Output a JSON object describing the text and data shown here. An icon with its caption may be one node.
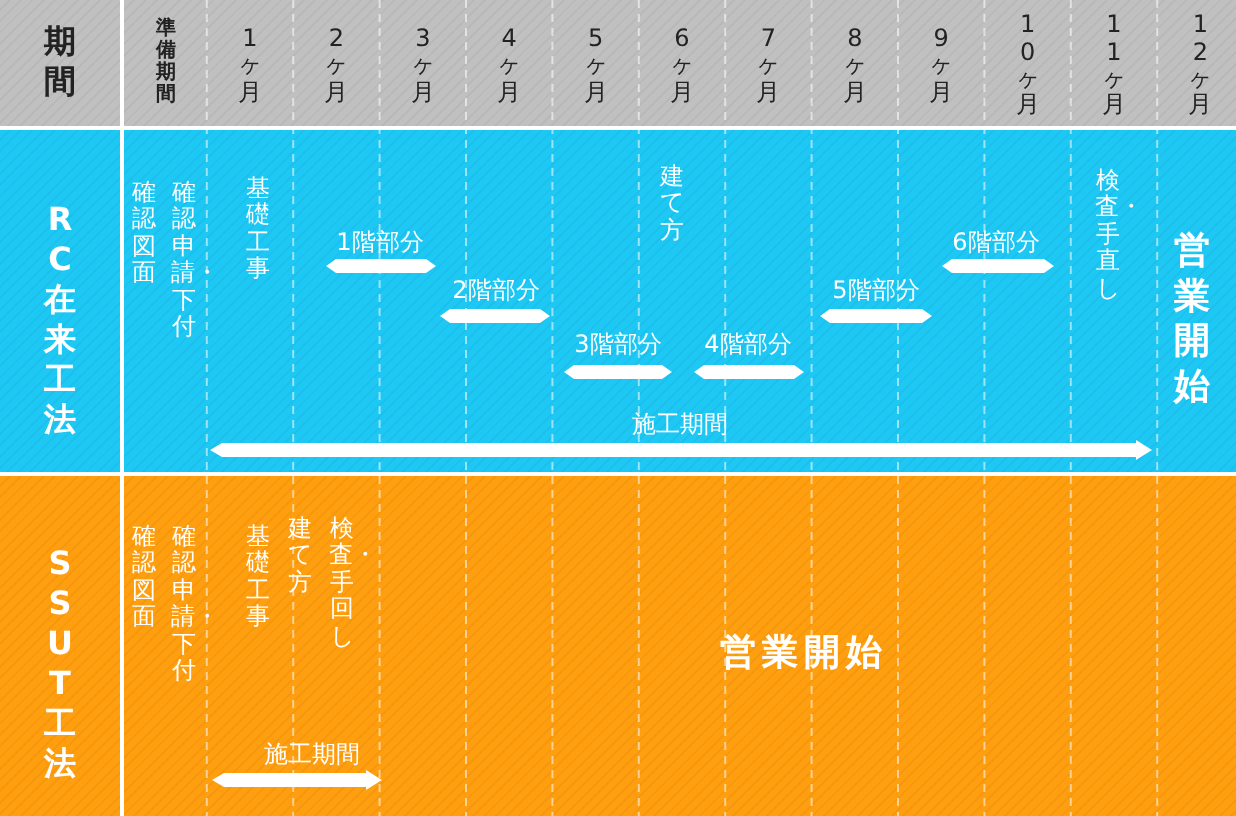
{
  "diagram": {
    "labels": [
      "期間",
      "準備期間",
      "1ヶ月",
      "2ヶ月",
      "3ヶ月",
      "4ヶ月",
      "5ヶ月",
      "6ヶ月",
      "7ヶ月",
      "8ヶ月",
      "9ヶ月",
      "10ヶ月",
      "11ヶ月",
      "12ヶ月",
      "RC在来工法",
      "確認図面",
      "確認申請・下付",
      "基礎工事",
      "1階部分",
      "2階部分",
      "3階部分",
      "建て方",
      "4階部分",
      "5階部分",
      "6階部分",
      "検査・手直し",
      "営業開始",
      "施工期間",
      "SSUT工法",
      "確認図面",
      "確認申請・下付",
      "基礎工事",
      "建て方",
      "検査・手回し",
      "施工期間",
      "営業開始"
    ]
  }
}
